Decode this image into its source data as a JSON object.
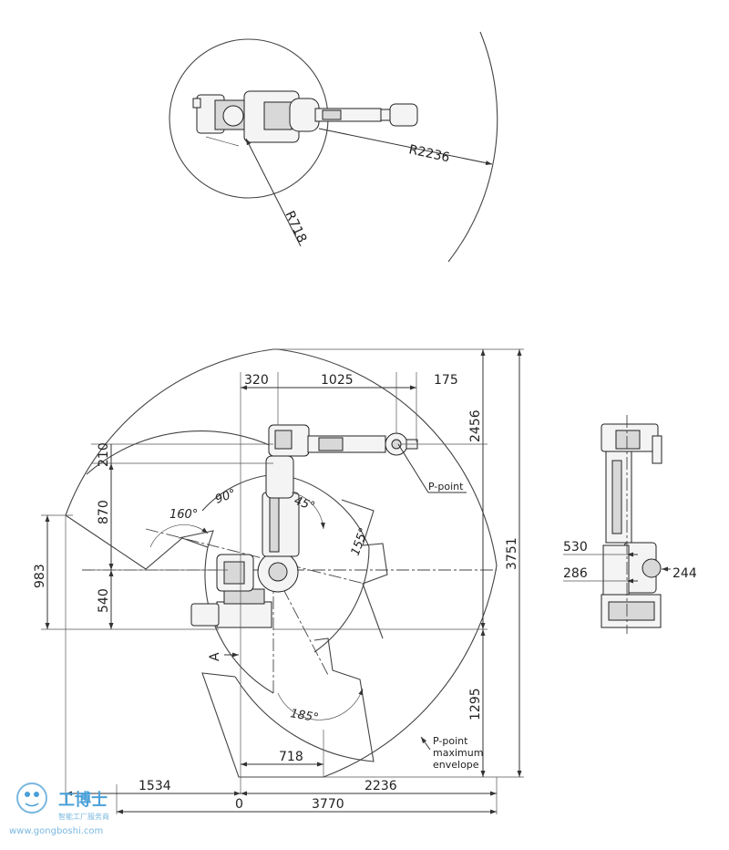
{
  "top_view": {
    "radius_outer": "R2236",
    "radius_inner": "R718"
  },
  "side_view": {
    "dim_top_1": "320",
    "dim_top_2": "1025",
    "dim_top_3": "175",
    "dim_right_1": "2456",
    "dim_right_2": "3751",
    "dim_right_3": "1295",
    "dim_left_1": "210",
    "dim_left_2": "870",
    "dim_left_3": "540",
    "dim_left_4": "983",
    "dim_bottom_1": "718",
    "dim_bottom_2": "1534",
    "dim_bottom_3": "2236",
    "dim_bottom_zero": "0",
    "dim_bottom_total": "3770",
    "angle_1": "160°",
    "angle_2": "90°",
    "angle_3": "45°",
    "angle_4": "155°",
    "angle_5": "185°",
    "p_point_label": "P-point",
    "envelope_label_1": "P-point",
    "envelope_label_2": "maximum",
    "envelope_label_3": "envelope",
    "view_marker": "A"
  },
  "rear_view": {
    "dim_1": "530",
    "dim_2": "286",
    "dim_3": "244"
  },
  "watermark": {
    "brand": "工博士",
    "tagline": "智能工厂服务商",
    "url": "www.gongboshi.com",
    "color": "#4aa0d8"
  }
}
